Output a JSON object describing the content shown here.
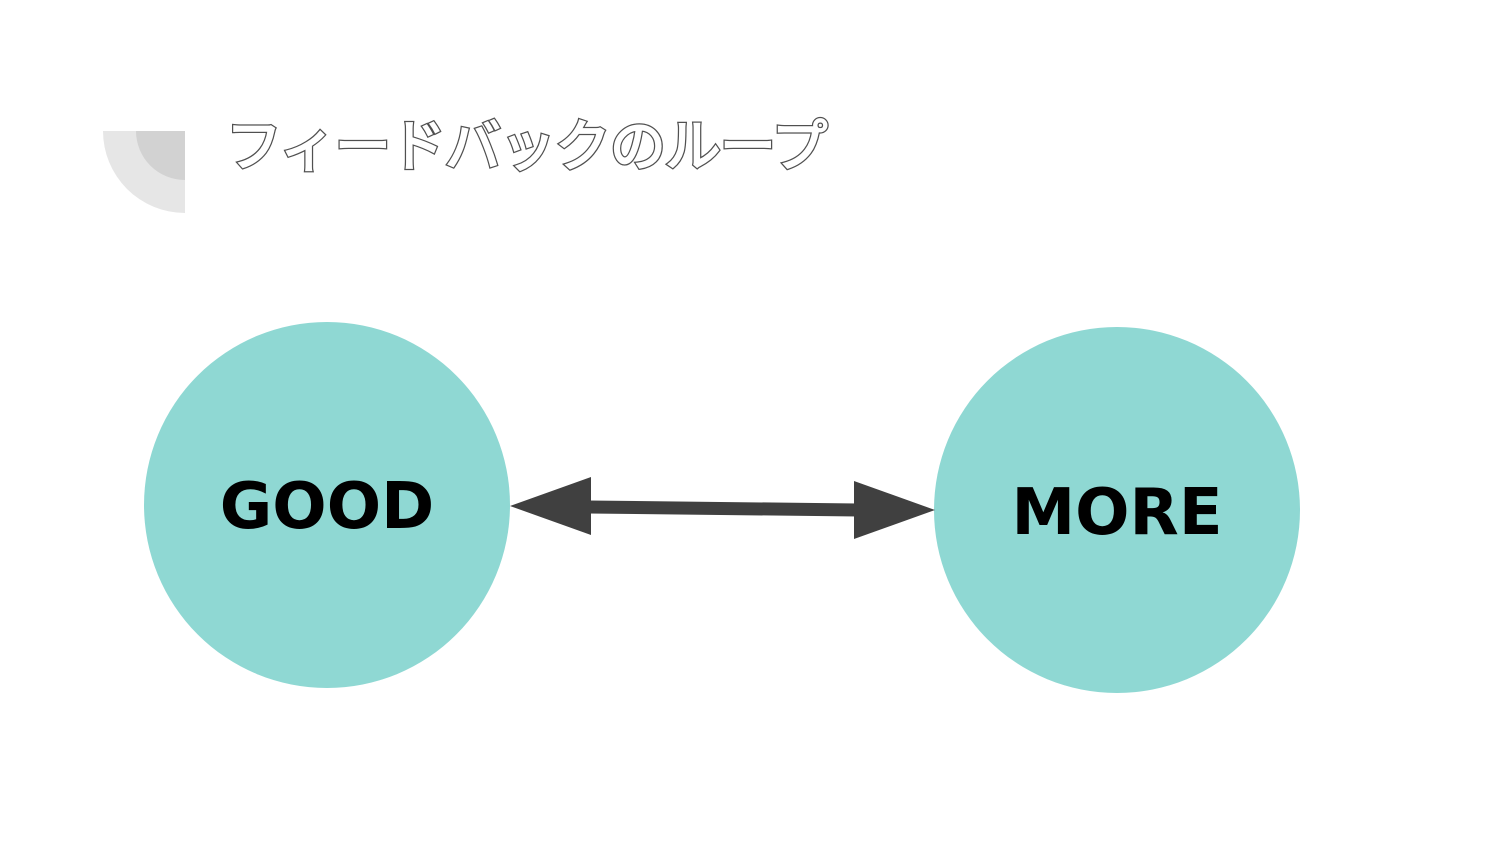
{
  "slide": {
    "title": "フィードバックのループ"
  },
  "diagram": {
    "nodes": [
      {
        "id": "good",
        "label": "GOOD"
      },
      {
        "id": "more",
        "label": "MORE"
      }
    ],
    "connector": {
      "from": "good",
      "to": "more",
      "direction": "bidirectional"
    }
  },
  "colors": {
    "node_fill": "#8fd8d3",
    "arrow": "#404040",
    "title_outline": "#505050",
    "deco_outer": "#e6e6e6",
    "deco_inner": "#d2d2d2"
  },
  "icons": {
    "corner": "quarter-circle-decoration"
  }
}
